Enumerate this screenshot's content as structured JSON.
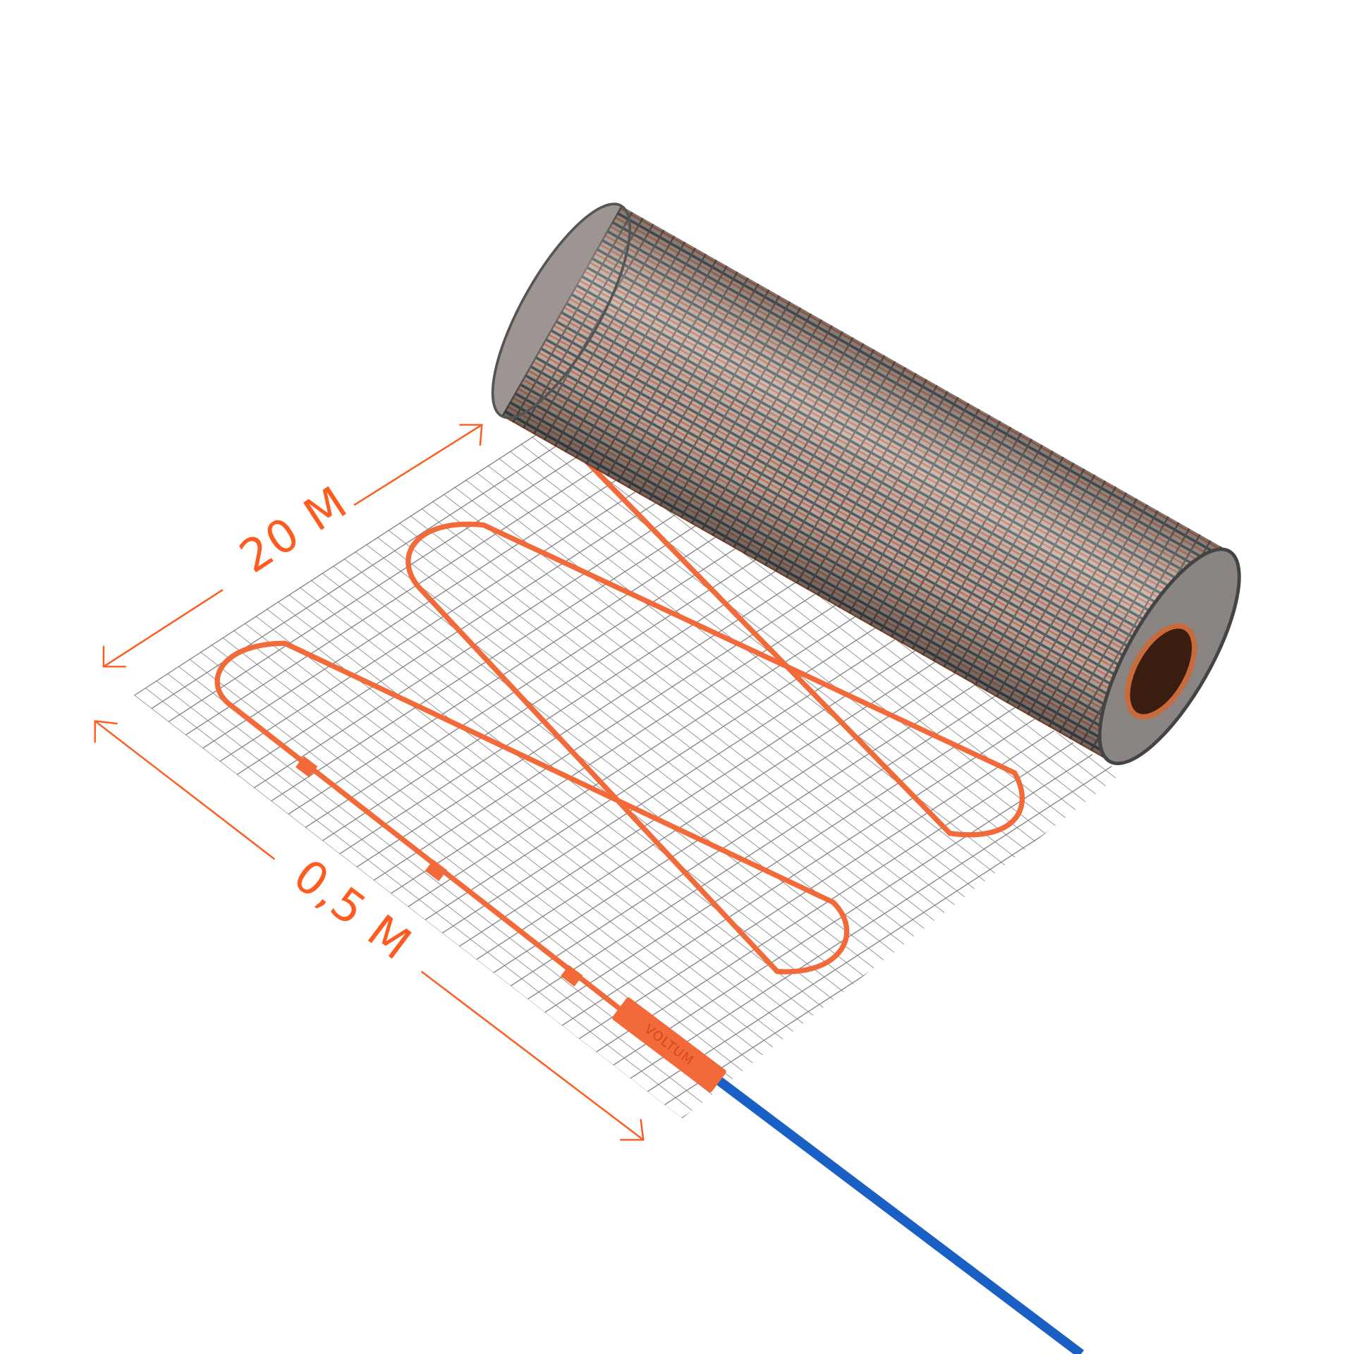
{
  "product": {
    "brand": "VOLTUM",
    "length_label": "20 M",
    "width_label": "0,5 M"
  },
  "colors": {
    "accent": "#ff5a1f",
    "heating_cable": "#f26a3a",
    "power_cable": "#1a5fc4",
    "mesh": "#8a8a8a"
  },
  "icons": {
    "roll": "mesh-roll-illustration",
    "arrows": "dimension-arrow-icon"
  }
}
